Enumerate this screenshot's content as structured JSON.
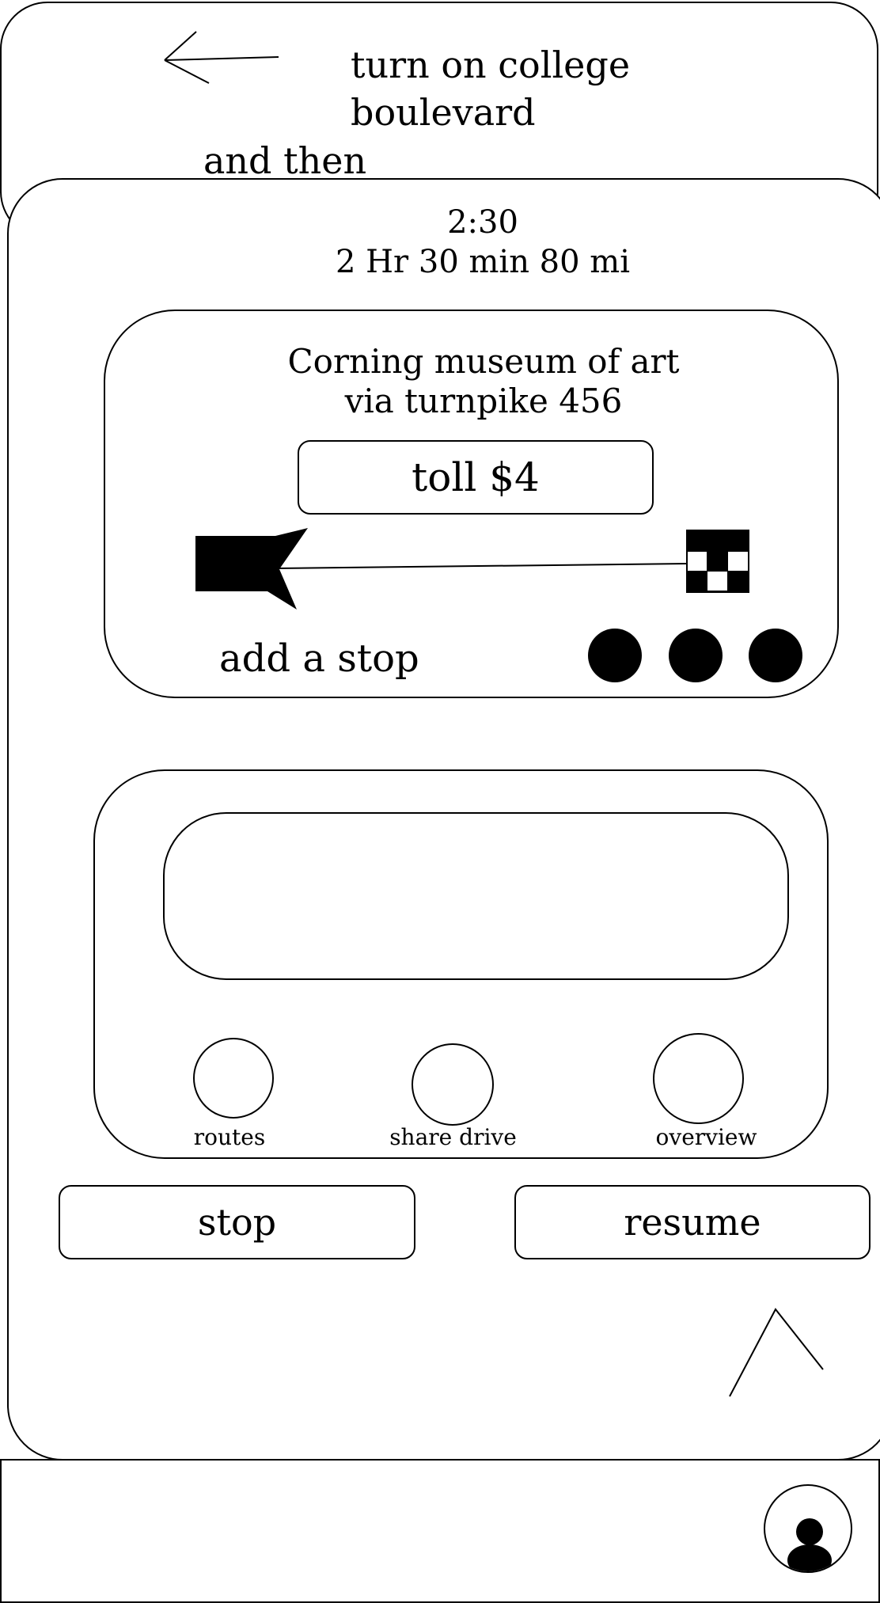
{
  "instruction": {
    "line1": "turn on college",
    "line2": "boulevard",
    "then_label": "and then"
  },
  "trip": {
    "arrival_time": "2:30",
    "summary": "2 Hr 30 min 80 mi"
  },
  "route": {
    "destination": "Corning museum of art",
    "via": "via turnpike 456",
    "toll_label": "toll $4",
    "add_stop_label": "add a stop"
  },
  "controls": {
    "routes_label": "routes",
    "share_label": "share drive",
    "overview_label": "overview"
  },
  "actions": {
    "stop_label": "stop",
    "resume_label": "resume"
  },
  "icons": {
    "back": "back-arrow-icon",
    "start": "start-flag-icon",
    "finish": "checkered-flag-icon",
    "expand": "chevron-up-icon",
    "profile": "user-avatar-icon"
  }
}
